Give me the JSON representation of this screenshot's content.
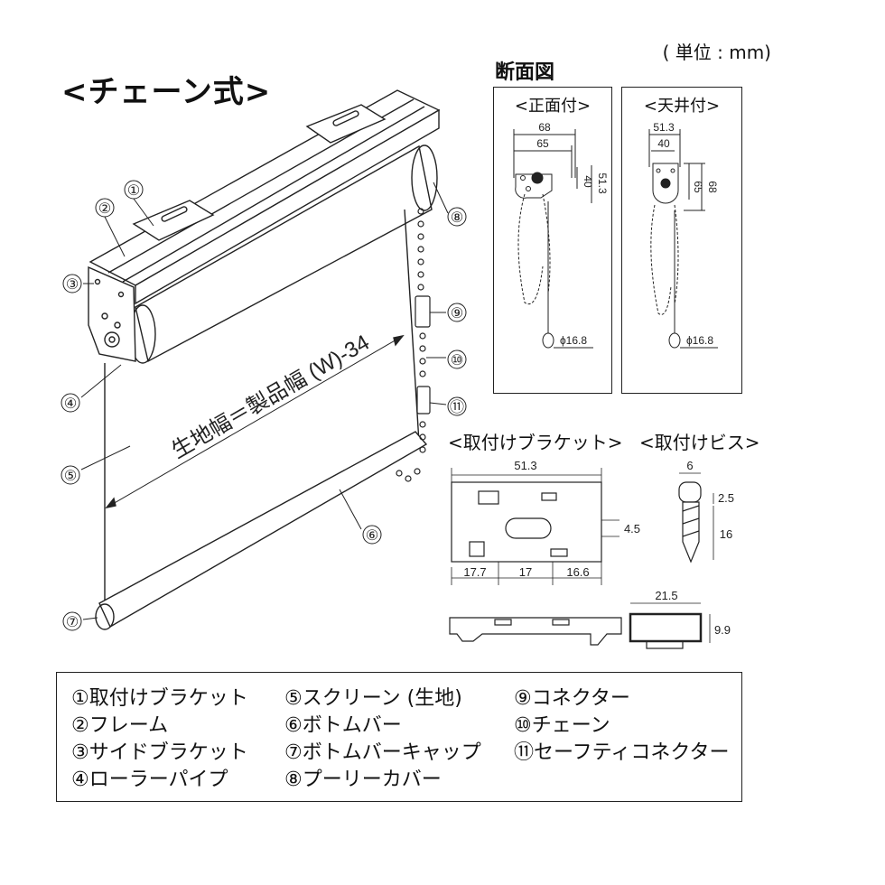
{
  "unit_label": "( 単位 : mm)",
  "main_title": "<チェーン式>",
  "section_title": "断面図",
  "front_mount": {
    "caption": "<正面付>",
    "dims": [
      "68",
      "65",
      "40",
      "51.3"
    ],
    "phi": "ϕ16.8"
  },
  "ceiling_mount": {
    "caption": "<天井付>",
    "dims": [
      "51.3",
      "40",
      "65",
      "68"
    ],
    "phi": "ϕ16.8"
  },
  "bracket_title": "<取付けブラケット>",
  "screw_title": "<取付けビス>",
  "bracket_dims": [
    "51.3",
    "4.5",
    "17.7",
    "17",
    "16.6"
  ],
  "screw_dims": [
    "6",
    "2.5",
    "16"
  ],
  "cap_dims": [
    "21.5",
    "9.9"
  ],
  "fabric_width_label": "生地幅＝製品幅 (W)-34",
  "callouts": [
    "①",
    "②",
    "③",
    "④",
    "⑤",
    "⑥",
    "⑦",
    "⑧",
    "⑨",
    "⑩",
    "⑪"
  ],
  "parts": [
    [
      "①取付けブラケット",
      "②フレーム",
      "③サイドブラケット",
      "④ローラーパイプ"
    ],
    [
      "⑤スクリーン (生地)",
      "⑥ボトムバー",
      "⑦ボトムバーキャップ",
      "⑧プーリーカバー"
    ],
    [
      "⑨コネクター",
      "⑩チェーン",
      "⑪セーフティコネクター"
    ]
  ]
}
